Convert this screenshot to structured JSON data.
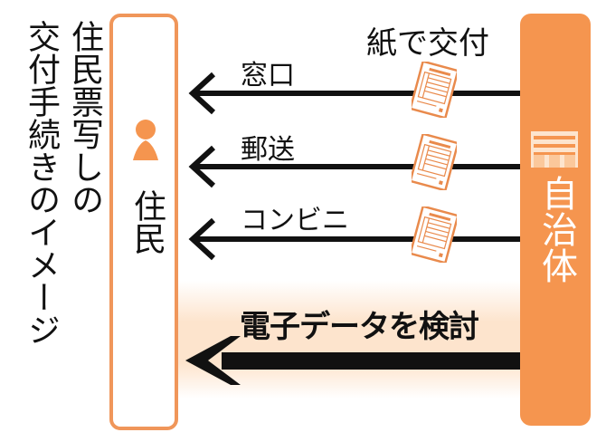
{
  "title": {
    "line1": "住民票写しの",
    "line2": "交付手続きのイメージ"
  },
  "resident": {
    "label": "住民",
    "icon": "person-icon"
  },
  "government": {
    "label": "自治体",
    "icon": "government-building-icon"
  },
  "paper_delivery": {
    "heading": "紙で交付",
    "routes": [
      {
        "label": "窓口",
        "icon": "document-icon"
      },
      {
        "label": "郵送",
        "icon": "document-icon"
      },
      {
        "label": "コンビニ",
        "icon": "document-icon"
      }
    ]
  },
  "digital": {
    "label": "電子データを検討"
  },
  "colors": {
    "accent": "#f5954f",
    "resident_border": "#f0965a",
    "band": "#fde4cd",
    "document_stroke": "#e98a4c",
    "arrow": "#111111"
  }
}
